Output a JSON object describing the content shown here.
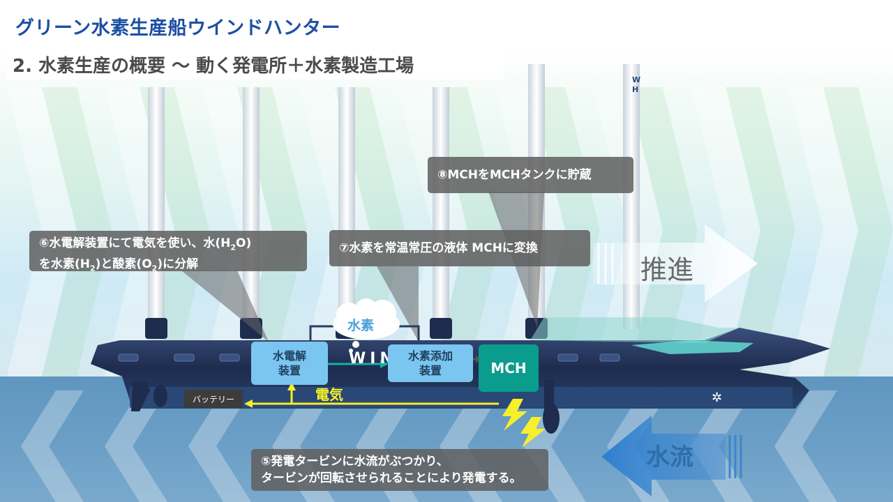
{
  "header": {
    "title": "グリーン水素生産船ウインドハンター",
    "subtitle": "2. 水素生産の概要 〜 動く発電所＋水素製造工場"
  },
  "callouts": {
    "c6_line1_pre": "⑥水電解装置にて電気を使い、水(H",
    "c6_line1_sub": "2",
    "c6_line1_post": "O)",
    "c6_line2_a": "を水素(H",
    "c6_line2_sub1": "2",
    "c6_line2_b": ")と酸素(O",
    "c6_line2_sub2": "2",
    "c6_line2_c": ")に分解",
    "c7": "⑦水素を常温常圧の液体 MCHに変換",
    "c8": "⑧MCHをMCHタンクに貯蔵",
    "c5_line1": "⑤発電タービンに水流がぶつかり、",
    "c5_line2": "タービンが回転させられることにより発電する。"
  },
  "components": {
    "electrolyzer_line1": "水電解",
    "electrolyzer_line2": "装置",
    "hydrogenation_line1": "水素添加",
    "hydrogenation_line2": "装置",
    "mch": "MCH",
    "battery": "バッテリー",
    "cloud": "水素",
    "electricity": "電気",
    "hull_text": "WIN",
    "sail_text": "W\nH"
  },
  "arrows": {
    "propulsion": "推進",
    "water_flow": "水流"
  },
  "colors": {
    "title": "#1d4fa3",
    "box_blue": "#7ac6f0",
    "mch": "#0a9c8c",
    "electricity": "#f6ef2b",
    "callout_bg": "#5f5f5f",
    "sea": "#6c9fc6",
    "hull": "#1e2c4e"
  }
}
